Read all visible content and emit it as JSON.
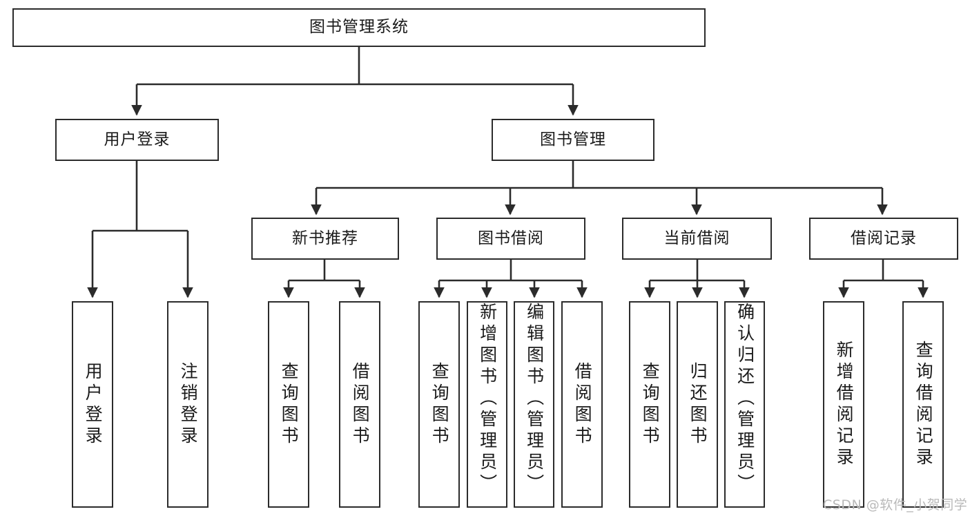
{
  "diagram": {
    "title": "图书管理系统",
    "type": "functional-structure-tree",
    "colors": {
      "node_border": "#2b2b2b",
      "node_fill": "#ffffff",
      "edge": "#2b2b2b",
      "text": "#1a1a1a",
      "watermark": "#b9b9b9",
      "background": "#ffffff"
    },
    "watermark": "CSDN @软件_小贺同学",
    "root": {
      "label": "图书管理系统"
    },
    "level2": [
      {
        "id": "user-login",
        "label": "用户登录"
      },
      {
        "id": "book-management",
        "label": "图书管理"
      }
    ],
    "level3": [
      {
        "id": "new-book-recommend",
        "label": "新书推荐",
        "parent": "book-management"
      },
      {
        "id": "book-borrow",
        "label": "图书借阅",
        "parent": "book-management"
      },
      {
        "id": "current-borrow",
        "label": "当前借阅",
        "parent": "book-management"
      },
      {
        "id": "borrow-record",
        "label": "借阅记录",
        "parent": "book-management"
      }
    ],
    "leaves": [
      {
        "id": "leaf-user-login",
        "label": "用户登录",
        "parent": "user-login"
      },
      {
        "id": "leaf-logout-login",
        "label": "注销登录",
        "parent": "user-login"
      },
      {
        "id": "leaf-query-book-1",
        "label": "查询图书",
        "parent": "new-book-recommend"
      },
      {
        "id": "leaf-borrow-book-1",
        "label": "借阅图书",
        "parent": "new-book-recommend"
      },
      {
        "id": "leaf-query-book-2",
        "label": "查询图书",
        "parent": "book-borrow"
      },
      {
        "id": "leaf-add-book",
        "label": "新增图书（管理员）",
        "parent": "book-borrow"
      },
      {
        "id": "leaf-edit-book",
        "label": "编辑图书（管理员）",
        "parent": "book-borrow"
      },
      {
        "id": "leaf-borrow-book-2",
        "label": "借阅图书",
        "parent": "book-borrow"
      },
      {
        "id": "leaf-query-book-3",
        "label": "查询图书",
        "parent": "current-borrow"
      },
      {
        "id": "leaf-return-book",
        "label": "归还图书",
        "parent": "current-borrow"
      },
      {
        "id": "leaf-confirm-return",
        "label": "确认归还（管理员）",
        "parent": "current-borrow"
      },
      {
        "id": "leaf-add-record",
        "label": "新增借阅记录",
        "parent": "borrow-record"
      },
      {
        "id": "leaf-query-record",
        "label": "查询借阅记录",
        "parent": "borrow-record"
      }
    ]
  }
}
